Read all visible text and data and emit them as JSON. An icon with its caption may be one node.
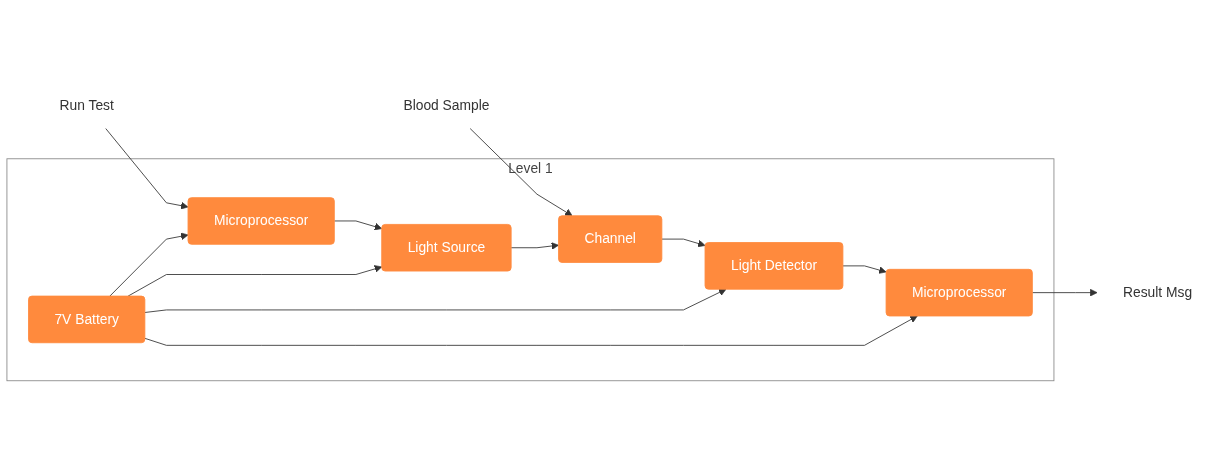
{
  "diagram": {
    "nodes": [
      {
        "text": [
          "Level 1"
        ]
      },
      {
        "text": [
          "Microprocessor"
        ],
        "in": 0
      },
      {
        "text": [
          "Light Source"
        ],
        "in": 0
      },
      {
        "text": [
          "Channel"
        ],
        "in": 0
      },
      {
        "text": [
          "Light Detector"
        ],
        "in": 0
      },
      {
        "text": [
          "Microprocessor"
        ],
        "in": 0
      },
      {
        "text": [
          "7V Battery"
        ],
        "in": 0
      },
      {
        "text": [
          "Blood Sample"
        ]
      },
      {
        "text": [
          "Run Test"
        ]
      },
      {
        "text": [
          "Result Msg"
        ]
      }
    ],
    "edges": [
      {
        "from": 8,
        "to": 1,
        "arrow": "to"
      },
      {
        "from": 7,
        "to": 3,
        "arrow": "to"
      },
      {
        "from": 1,
        "to": 2,
        "arrow": "to"
      },
      {
        "from": 2,
        "to": 3,
        "arrow": "to"
      },
      {
        "from": 3,
        "to": 4,
        "arrow": "to"
      },
      {
        "from": 4,
        "to": 5,
        "arrow": "to"
      },
      {
        "from": 5,
        "to": 9,
        "arrow": "to"
      },
      {
        "from": 6,
        "to": 1,
        "arrow": "to"
      },
      {
        "from": 6,
        "to": 2,
        "arrow": "to"
      },
      {
        "from": 6,
        "to": 4,
        "arrow": "to"
      },
      {
        "from": 6,
        "to": 5,
        "arrow": "to"
      }
    ]
  }
}
